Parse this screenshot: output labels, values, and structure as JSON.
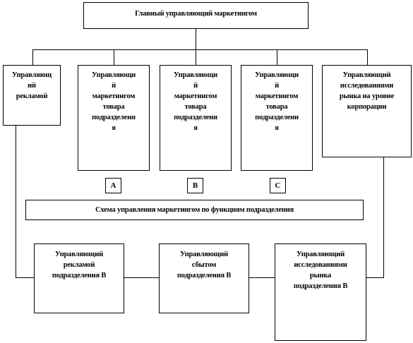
{
  "top_box": "Главный управляющий маркетингом",
  "second_row": [
    "Управляющ\nий\nрекламой",
    "Управляющи\nй\nмаркетингом\nтовара\nподразделени\nя",
    "Управляющи\nй\nмаркетингом\nтовара\nподразделени\nя",
    "Управляющи\nй\nмаркетингом\nтовара\nподразделени\nя",
    "Управляющий\nисследованиями\nрынка на уровне\nкорпорации"
  ],
  "division_labels": [
    "A",
    "B",
    "C"
  ],
  "scheme_title": "Схема управления маркетингом по функциям подразделения",
  "bottom_row": [
    "Управляющий\nрекламой\nподразделения В",
    "Управляющий\nсбытом\nподразделения В",
    "Управляющий\nисследованиями\nрынка\nподразделения В"
  ]
}
